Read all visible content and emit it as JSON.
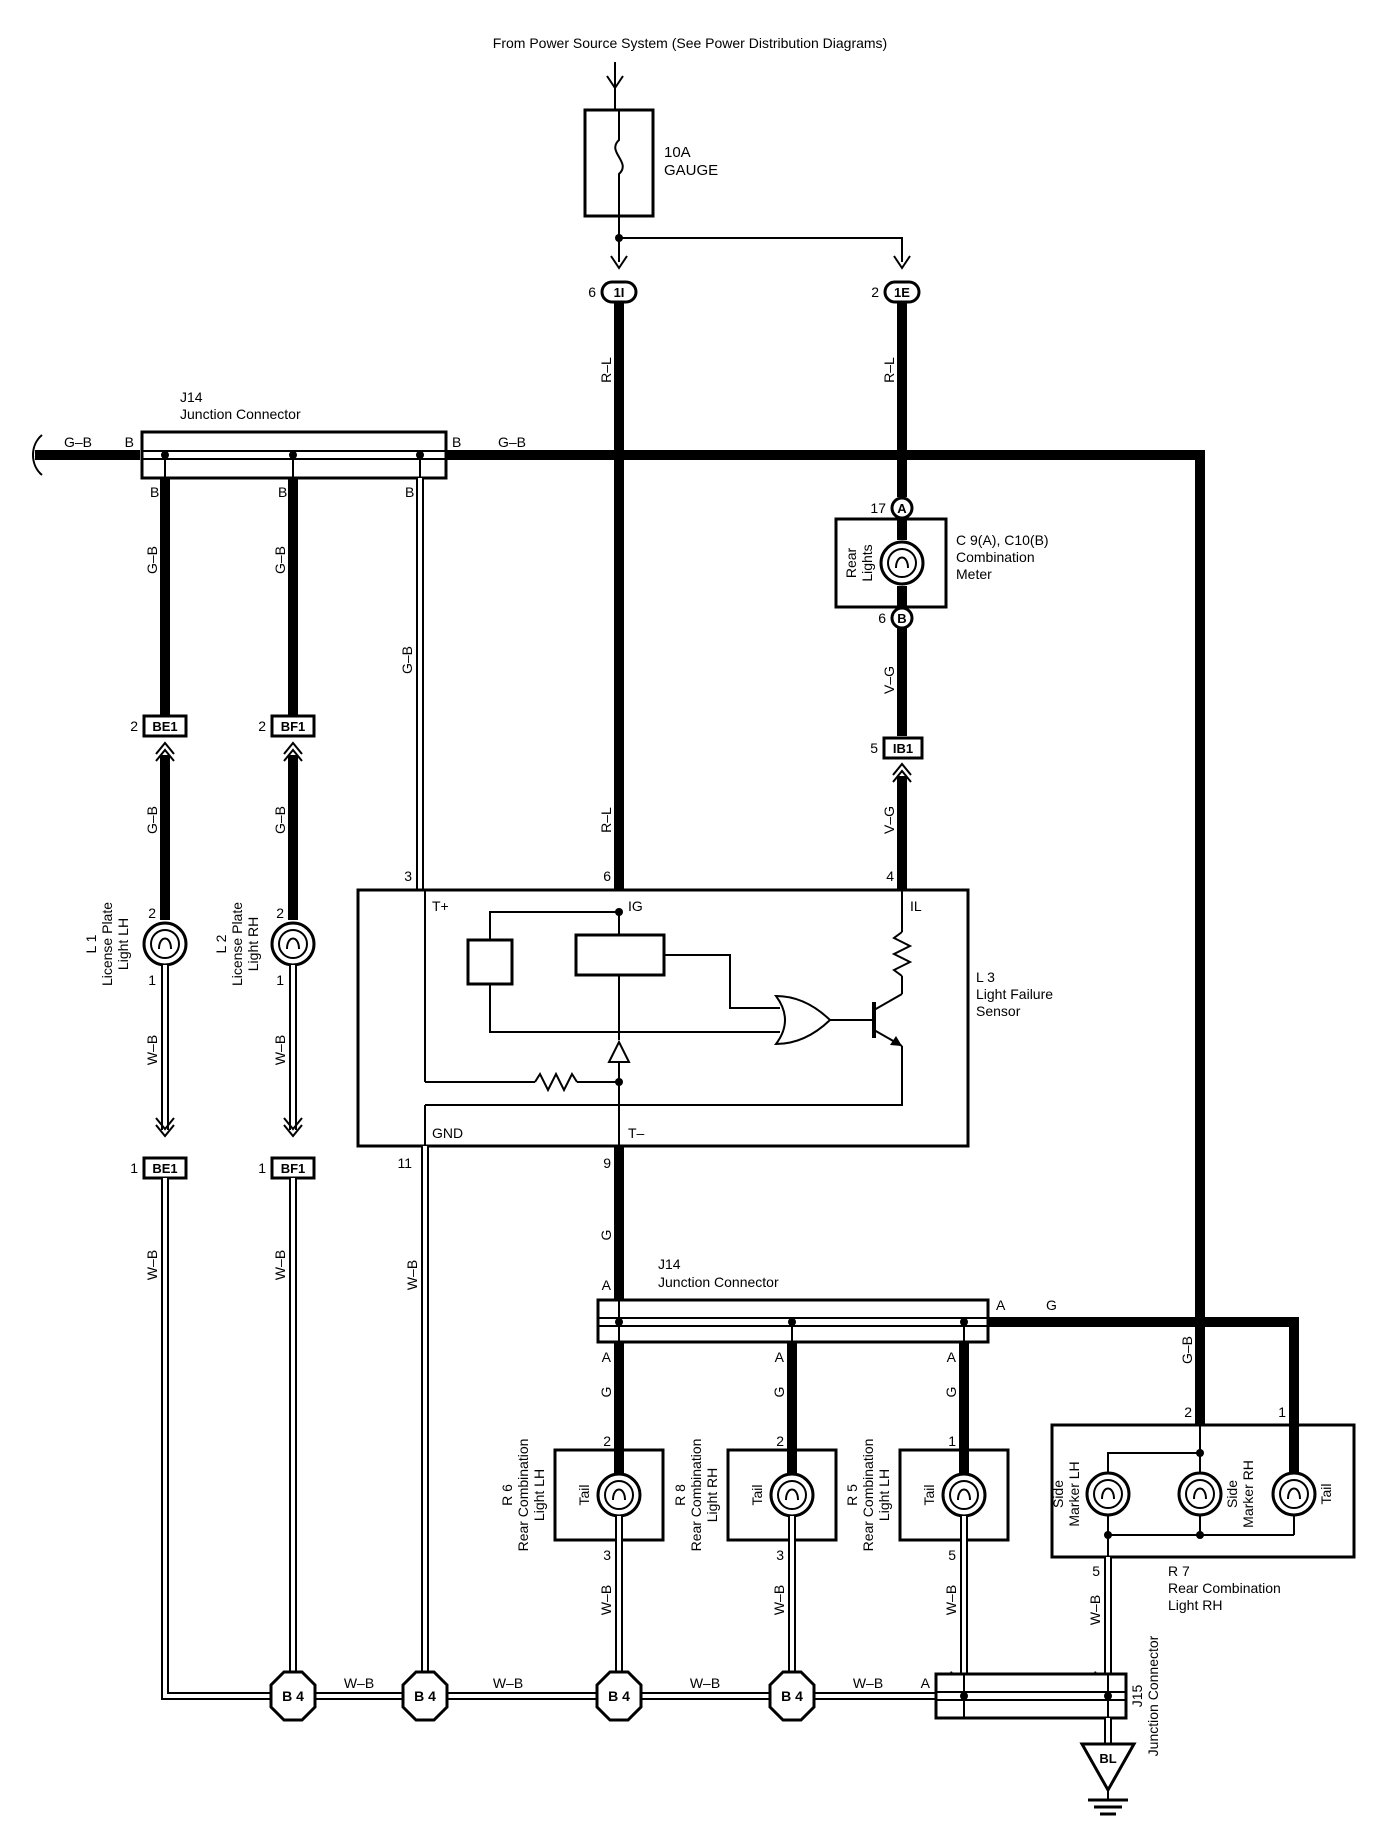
{
  "source": {
    "label": "From Power Source System (See Power Distribution Diagrams)"
  },
  "fuse": {
    "rating": "10A",
    "name": "GAUGE"
  },
  "connectors": {
    "c1I": {
      "code": "1I",
      "pin": "6"
    },
    "c1E": {
      "code": "1E",
      "pin": "2"
    },
    "be1_top": {
      "code": "BE1",
      "pin": "2"
    },
    "bf1_top": {
      "code": "BF1",
      "pin": "2"
    },
    "ib1": {
      "code": "IB1",
      "pin": "5"
    },
    "be1_bot": {
      "code": "BE1",
      "pin": "1"
    },
    "bf1_bot": {
      "code": "BF1",
      "pin": "1"
    }
  },
  "j14_top": {
    "id": "J14",
    "name": "Junction Connector",
    "pin": "B"
  },
  "j14_bottom": {
    "id": "J14",
    "name": "Junction Connector",
    "pin": "A"
  },
  "j15": {
    "id": "J15",
    "name": "Junction Connector",
    "pin": "A"
  },
  "wires": {
    "gb": "G–B",
    "rl": "R–L",
    "vg": "V–G",
    "g": "G",
    "wb": "W–B"
  },
  "meter": {
    "id": "C 9(A), C10(B)",
    "line2": "Combination",
    "line3": "Meter",
    "inner1": "Rear",
    "inner2": "Lights",
    "pinA_no": "17",
    "pinA": "A",
    "pinB_no": "6",
    "pinB": "B"
  },
  "sensor": {
    "id": "L 3",
    "line2": "Light Failure",
    "line3": "Sensor",
    "t_plus": "T+",
    "ig": "IG",
    "il": "IL",
    "gnd": "GND",
    "t_minus": "T–",
    "pin3": "3",
    "pin6": "6",
    "pin4": "4",
    "pin11": "11",
    "pin9": "9"
  },
  "l1": {
    "id": "L 1",
    "line2": "License Plate",
    "line3": "Light LH",
    "pin_top": "2",
    "pin_bot": "1"
  },
  "l2": {
    "id": "L 2",
    "line2": "License Plate",
    "line3": "Light RH",
    "pin_top": "2",
    "pin_bot": "1"
  },
  "r6": {
    "id": "R 6",
    "line2": "Rear Combination",
    "line3": "Light LH",
    "inner": "Tail",
    "pin_top": "2",
    "pin_bot": "3"
  },
  "r8": {
    "id": "R 8",
    "line2": "Rear Combination",
    "line3": "Light RH",
    "inner": "Tail",
    "pin_top": "2",
    "pin_bot": "3"
  },
  "r5": {
    "id": "R 5",
    "line2": "Rear Combination",
    "line3": "Light LH",
    "inner": "Tail",
    "pin_top": "1",
    "pin_bot": "5"
  },
  "r7": {
    "id": "R 7",
    "line2": "Rear Combination",
    "line3": "Light RH",
    "side_lh1": "Side",
    "side_lh2": "Marker LH",
    "side_rh1": "Side",
    "side_rh2": "Marker RH",
    "tail": "Tail",
    "pin2": "2",
    "pin1": "1",
    "pin5": "5"
  },
  "ground": {
    "b4": "B 4",
    "bl": "BL"
  }
}
